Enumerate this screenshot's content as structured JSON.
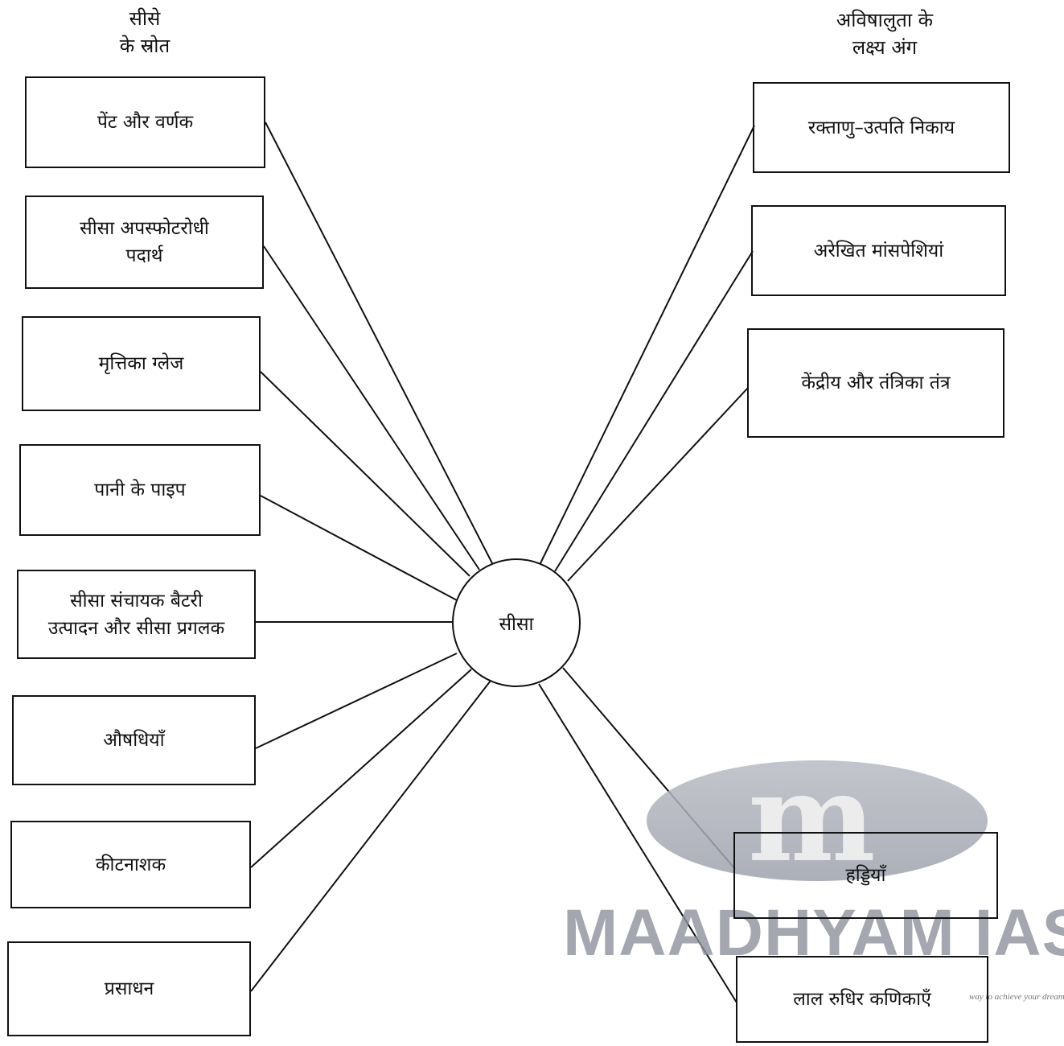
{
  "headings": {
    "sources": [
      "सीसे",
      "के स्रोत"
    ],
    "targets": [
      "अविषालुता के",
      "लक्ष्य अंग"
    ]
  },
  "hub": {
    "label": "सीसा"
  },
  "sources": [
    {
      "lines": [
        "पेंट और वर्णक"
      ]
    },
    {
      "lines": [
        "सीसा अपस्फोटरोधी",
        "पदार्थ"
      ]
    },
    {
      "lines": [
        "मृत्तिका ग्लेज"
      ]
    },
    {
      "lines": [
        "पानी के पाइप"
      ]
    },
    {
      "lines": [
        "सीसा संचायक बैटरी",
        "उत्पादन और सीसा प्रगलक"
      ]
    },
    {
      "lines": [
        "औषधियाँ"
      ]
    },
    {
      "lines": [
        "कीटनाशक"
      ]
    },
    {
      "lines": [
        "प्रसाधन"
      ]
    }
  ],
  "targets": [
    {
      "lines": [
        "रक्ताणु–उत्पति निकाय"
      ]
    },
    {
      "lines": [
        "अरेखित मांसपेशियां"
      ]
    },
    {
      "lines": [
        "केंद्रीय और तंत्रिका तंत्र"
      ]
    },
    {
      "lines": [
        "हड्डियाँ"
      ]
    },
    {
      "lines": [
        "लाल रुधिर कणिकाएँ"
      ]
    }
  ],
  "watermark": {
    "mark": "m",
    "name": "MAADHYAM IAS",
    "tagline": "way to achieve your dream"
  }
}
